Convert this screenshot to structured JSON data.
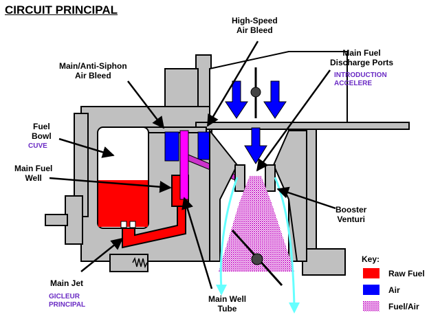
{
  "title": "CIRCUIT PRINCIPAL",
  "labels": {
    "high_speed_air_bleed": "High-Speed\nAir Bleed",
    "main_fuel_discharge_ports": "Main Fuel\nDischarge Ports",
    "introduction_accelere": "INTRODUCTION\nACCELERE",
    "main_anti_siphon_air_bleed": "Main/Anti-Siphon\nAir Bleed",
    "fuel_bowl": "Fuel\nBowl",
    "cuve": "CUVE",
    "main_fuel_well": "Main Fuel\nWell",
    "booster_venturi": "Booster\nVenturi",
    "main_jet": "Main Jet",
    "gicleur_principal": "GICLEUR\nPRINCIPAL",
    "main_well_tube": "Main Well\nTube"
  },
  "key": {
    "title": "Key:",
    "items": [
      {
        "label": "Raw Fuel",
        "color": "#ff0000",
        "pattern": "solid"
      },
      {
        "label": "Air",
        "color": "#0000ff",
        "pattern": "solid"
      },
      {
        "label": "Fuel/Air",
        "color": "#cc33cc",
        "pattern": "dotted"
      }
    ]
  },
  "colors": {
    "raw_fuel": "#ff0000",
    "air": "#0000ff",
    "fuel_air": "#cc33cc",
    "airflow": "#66ffff",
    "body": "#c0c0c0"
  }
}
